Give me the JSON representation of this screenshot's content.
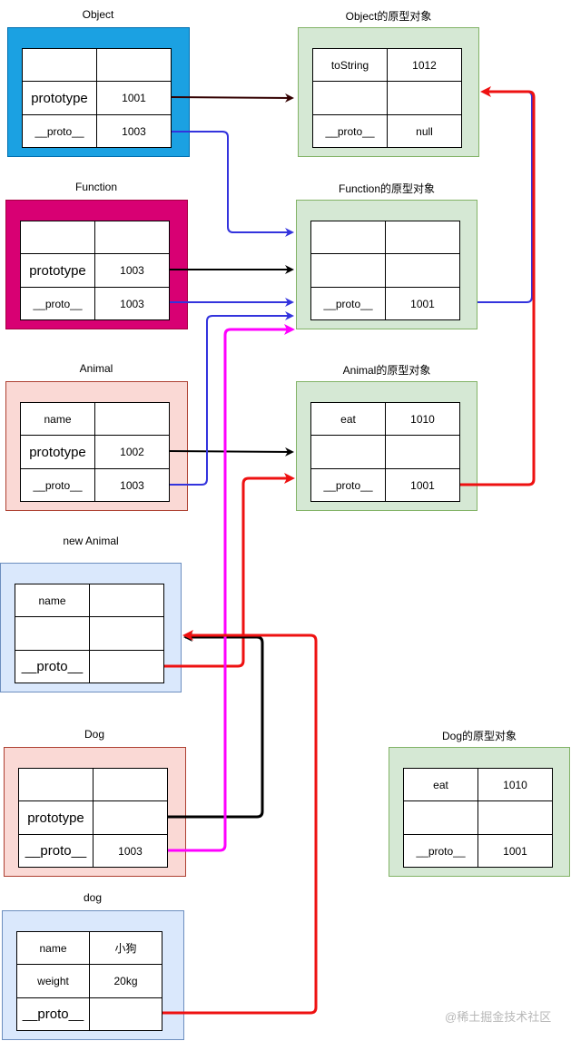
{
  "objects": [
    {
      "id": "object",
      "title": "Object",
      "rows": [
        [
          "",
          ""
        ],
        [
          "prototype",
          "1001"
        ],
        [
          "__proto__",
          "1003"
        ]
      ]
    },
    {
      "id": "object-proto",
      "title": "Object的原型对象",
      "rows": [
        [
          "toString",
          "1012"
        ],
        [
          "",
          ""
        ],
        [
          "__proto__",
          "null"
        ]
      ]
    },
    {
      "id": "function",
      "title": "Function",
      "rows": [
        [
          "",
          ""
        ],
        [
          "prototype",
          "1003"
        ],
        [
          "__proto__",
          "1003"
        ]
      ]
    },
    {
      "id": "function-proto",
      "title": "Function的原型对象",
      "rows": [
        [
          "",
          ""
        ],
        [
          "",
          ""
        ],
        [
          "__proto__",
          "1001"
        ]
      ]
    },
    {
      "id": "animal",
      "title": "Animal",
      "rows": [
        [
          "name",
          ""
        ],
        [
          "prototype",
          "1002"
        ],
        [
          "__proto__",
          "1003"
        ]
      ]
    },
    {
      "id": "animal-proto",
      "title": "Animal的原型对象",
      "rows": [
        [
          "eat",
          "1010"
        ],
        [
          "",
          ""
        ],
        [
          "__proto__",
          "1001"
        ]
      ]
    },
    {
      "id": "new-animal",
      "title": "new Animal",
      "rows": [
        [
          "name",
          ""
        ],
        [
          "",
          ""
        ],
        [
          "__proto__",
          ""
        ]
      ]
    },
    {
      "id": "dog",
      "title": "Dog",
      "rows": [
        [
          "",
          ""
        ],
        [
          "prototype",
          ""
        ],
        [
          "__proto__",
          "1003"
        ]
      ]
    },
    {
      "id": "dog-proto",
      "title": "Dog的原型对象",
      "rows": [
        [
          "eat",
          "1010"
        ],
        [
          "",
          ""
        ],
        [
          "__proto__",
          "1001"
        ]
      ]
    },
    {
      "id": "dog-instance",
      "title": "dog",
      "rows": [
        [
          "name",
          "小狗"
        ],
        [
          "weight",
          "20kg"
        ],
        [
          "__proto__",
          ""
        ]
      ]
    }
  ],
  "colors": {
    "blue_fill": "#1ba1e2",
    "magenta_fill": "#d80073",
    "pink_fill": "#fad9d5",
    "green_fill": "#d5e8d4",
    "lightblue_fill": "#dae8fc",
    "arrow_black": "#000000",
    "arrow_darkred": "#330000",
    "arrow_blue": "#3333dd",
    "arrow_red": "#ee1111",
    "arrow_magenta": "#ff00ff"
  },
  "watermark": "@稀土掘金技术社区"
}
